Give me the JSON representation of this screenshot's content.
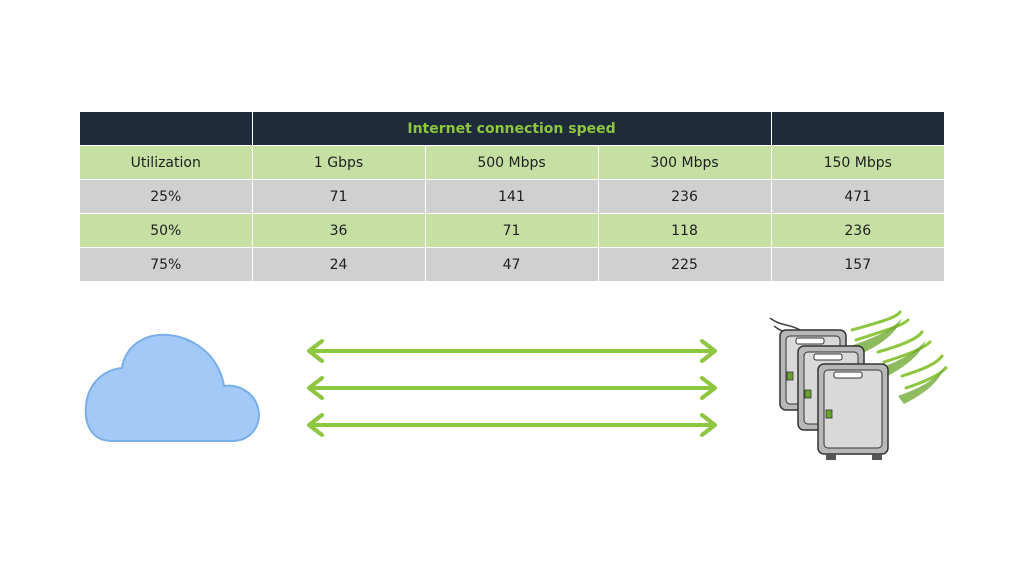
{
  "table": {
    "header_title": "Internet connection speed",
    "columns": [
      "Utilization",
      "1 Gbps",
      "500 Mbps",
      "300 Mbps",
      "150 Mbps"
    ],
    "rows": [
      [
        "25%",
        "71",
        "141",
        "236",
        "471"
      ],
      [
        "50%",
        "36",
        "71",
        "118",
        "236"
      ],
      [
        "75%",
        "24",
        "47",
        "225",
        "157"
      ]
    ]
  },
  "colors": {
    "header_bg": "#1f2a3a",
    "header_text": "#8dc63f",
    "row_green": "#c6e0a4",
    "row_gray": "#d0d0d0",
    "arrow": "#8dc63f",
    "cloud_fill": "#a3c9f7",
    "cloud_stroke": "#7aaee8"
  },
  "diagram": {
    "left_icon": "cloud-icon",
    "right_icon": "server-stack-icon",
    "arrow_count": 3,
    "arrow_direction": "bidirectional"
  }
}
